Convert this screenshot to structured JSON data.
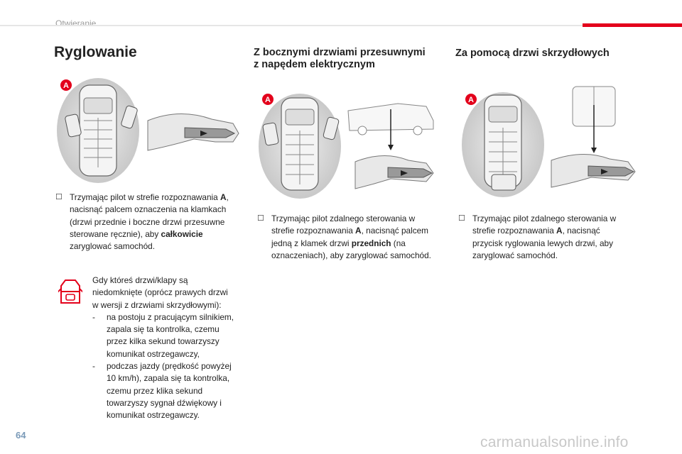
{
  "header": {
    "section": "Otwieranie"
  },
  "col1": {
    "heading": "Ryglowanie",
    "marker": "A",
    "para_pre1": "Trzymając pilot w strefie rozpoznawania ",
    "para_bold1": "A",
    "para_mid": ", nacisnąć palcem oznaczenia na klamkach (drzwi przednie i boczne drzwi przesuwne sterowane ręcznie), aby ",
    "para_bold2": "całkowicie",
    "para_post": " zaryglować samochód."
  },
  "warning": {
    "icon": "door-open-warning-icon",
    "lines": [
      "Gdy któreś drzwi/klapy są",
      "niedomknięte (oprócz prawych drzwi",
      "w wersji z drzwiami skrzydłowymi):"
    ],
    "items": [
      "na postoju z pracującym silnikiem, zapala się ta kontrolka, czemu przez kilka sekund towarzyszy komunikat ostrzegawczy,",
      "podczas jazdy (prędkość powyżej 10 km/h), zapala się ta kontrolka, czemu przez klika sekund towarzyszy sygnał dźwiękowy i komunikat ostrzegawczy."
    ]
  },
  "col2": {
    "heading_l1": "Z bocznymi drzwiami przesuwnymi",
    "heading_l2": "z napędem elektrycznym",
    "marker": "A",
    "para_pre1": "Trzymając pilot zdalnego sterowania w strefie rozpoznawania ",
    "para_bold1": "A",
    "para_mid": ", nacisnąć palcem jedną z klamek drzwi ",
    "para_bold2": "przednich",
    "para_post": " (na oznaczeniach), aby zaryglować samochód."
  },
  "col3": {
    "heading": "Za pomocą drzwi skrzydłowych",
    "marker": "A",
    "para_pre1": "Trzymając pilot zdalnego sterowania w strefie rozpoznawania ",
    "para_bold1": "A",
    "para_post": ", nacisnąć przycisk ryglowania lewych drzwi, aby zaryglować samochód."
  },
  "footer": {
    "page_number": "64",
    "watermark": "carmanualsonline.info"
  },
  "colors": {
    "accent_red": "#e3001b",
    "zone_gray": "#d9d9d9",
    "page_num_blue": "#7a9ab8"
  }
}
